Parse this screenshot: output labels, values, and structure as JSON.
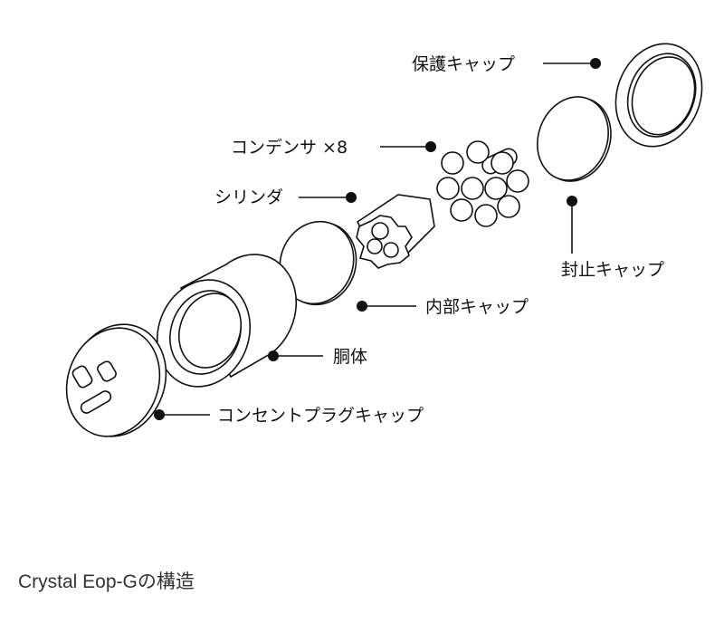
{
  "labels": {
    "protective_cap": "保護キャップ",
    "capacitors": "コンデンサ ×8",
    "cylinder": "シリンダ",
    "sealing_cap": "封止キャップ",
    "inner_cap": "内部キャップ",
    "body": "胴体",
    "plug_cap": "コンセントプラグキャップ"
  },
  "caption": "Crystal Eop-Gの構造"
}
